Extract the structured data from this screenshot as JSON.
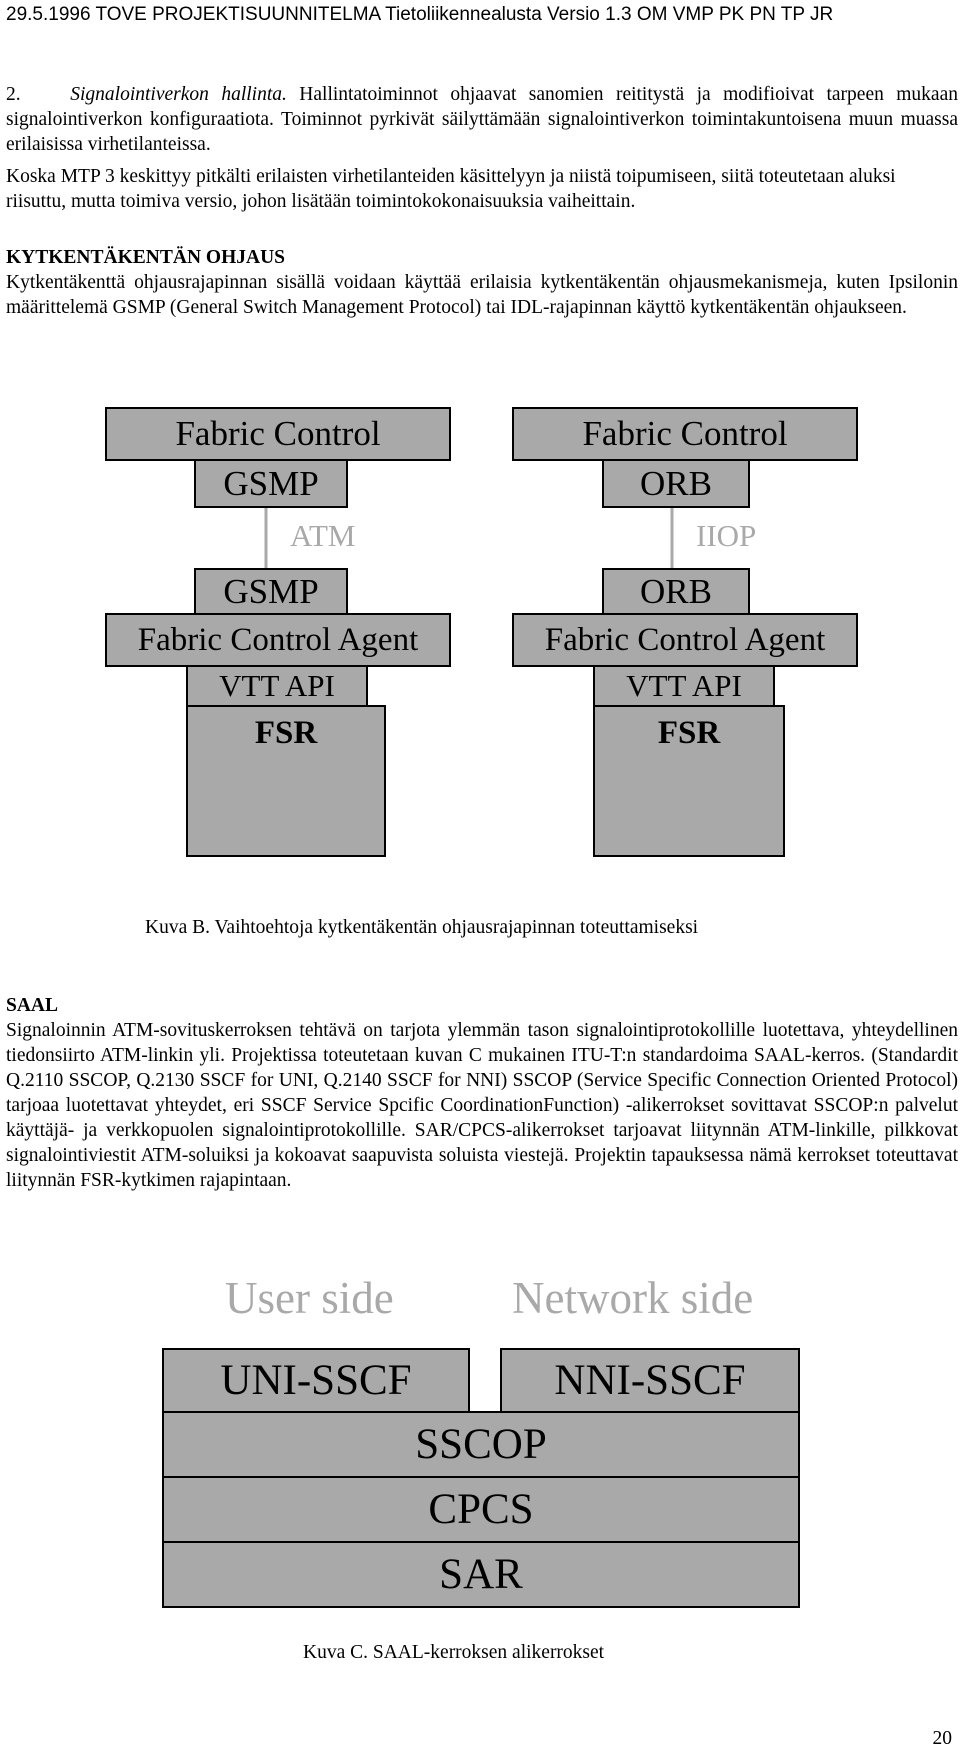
{
  "header": {
    "text": "29.5.1996 TOVE PROJEKTISUUNNITELMA Tietoliikennealusta Versio 1.3 OM VMP PK PN TP JR"
  },
  "section_list": {
    "number": "2.",
    "italic_title": "Signalointiverkon hallinta.",
    "text": " Hallintatoiminnot ohjaavat sanomien reititystä ja modifioivat tarpeen mukaan signalointiverkon konfiguraatiota. Toiminnot pyrkivät säilyttämään signalointiverkon toimintakuntoisena muun muassa erilaisissa virhetilanteissa."
  },
  "paragraph_koska": "Koska MTP 3 keskittyy pitkälti erilaisten virhetilanteiden käsittelyyn ja niistä toipumiseen, siitä toteutetaan aluksi riisuttu, mutta toimiva versio, johon lisätään toimintokokonaisuuksia vaiheittain.",
  "kytkentakenttä": {
    "heading": "KYTKENTÄKENTÄN OHJAUS",
    "text": "Kytkentäkenttä ohjausrajapinnan sisällä voidaan käyttää erilaisia kytkentäkentän ohjausmekanismeja, kuten Ipsilonin määrittelemä GSMP (General Switch Management Protocol) tai IDL-rajapinnan käyttö kytkentäkentän ohjaukseen."
  },
  "figure_b": {
    "left": {
      "fabric_control": "Fabric Control",
      "top_protocol": "GSMP",
      "link_label": "ATM",
      "bottom_protocol": "GSMP",
      "agent": "Fabric Control Agent",
      "api": "VTT API",
      "switch": "FSR"
    },
    "right": {
      "fabric_control": "Fabric Control",
      "top_protocol": "ORB",
      "link_label": "IIOP",
      "bottom_protocol": "ORB",
      "agent": "Fabric Control Agent",
      "api": "VTT API",
      "switch": "FSR"
    },
    "caption": "Kuva B. Vaihtoehtoja kytkentäkentän ohjausrajapinnan toteuttamiseksi"
  },
  "saal": {
    "heading": "SAAL",
    "text": "Signaloinnin ATM-sovituskerroksen tehtävä on tarjota ylemmän tason signalointiprotokollille luotettava, yhteydellinen tiedonsiirto ATM-linkin yli. Projektissa toteutetaan kuvan C mukainen ITU-T:n standardoima SAAL-kerros. (Standardit Q.2110 SSCOP, Q.2130 SSCF for UNI, Q.2140 SSCF for NNI) SSCOP (Service Specific Connection Oriented Protocol) tarjoaa luotettavat yhteydet, eri SSCF Service Spcific CoordinationFunction) -alikerrokset sovittavat SSCOP:n palvelut käyttäjä- ja verkkopuolen signalointiprotokollille. SAR/CPCS-alikerrokset tarjoavat liitynnän ATM-linkille, pilkkovat signalointiviestit ATM-soluiksi ja kokoavat saapuvista soluista viestejä. Projektin tapauksessa nämä kerrokset toteuttavat liitynnän FSR-kytkimen rajapintaan."
  },
  "figure_c": {
    "user_side": "User side",
    "network_side": "Network side",
    "uni_sscf": "UNI-SSCF",
    "nni_sscf": "NNI-SSCF",
    "sscop": "SSCOP",
    "cpcs": "CPCS",
    "sar": "SAR",
    "caption": "Kuva C. SAAL-kerroksen alikerrokset"
  },
  "page_number": "20",
  "colors": {
    "box_fill": "#a9a9a9",
    "label_gray": "#a9a9a9"
  }
}
